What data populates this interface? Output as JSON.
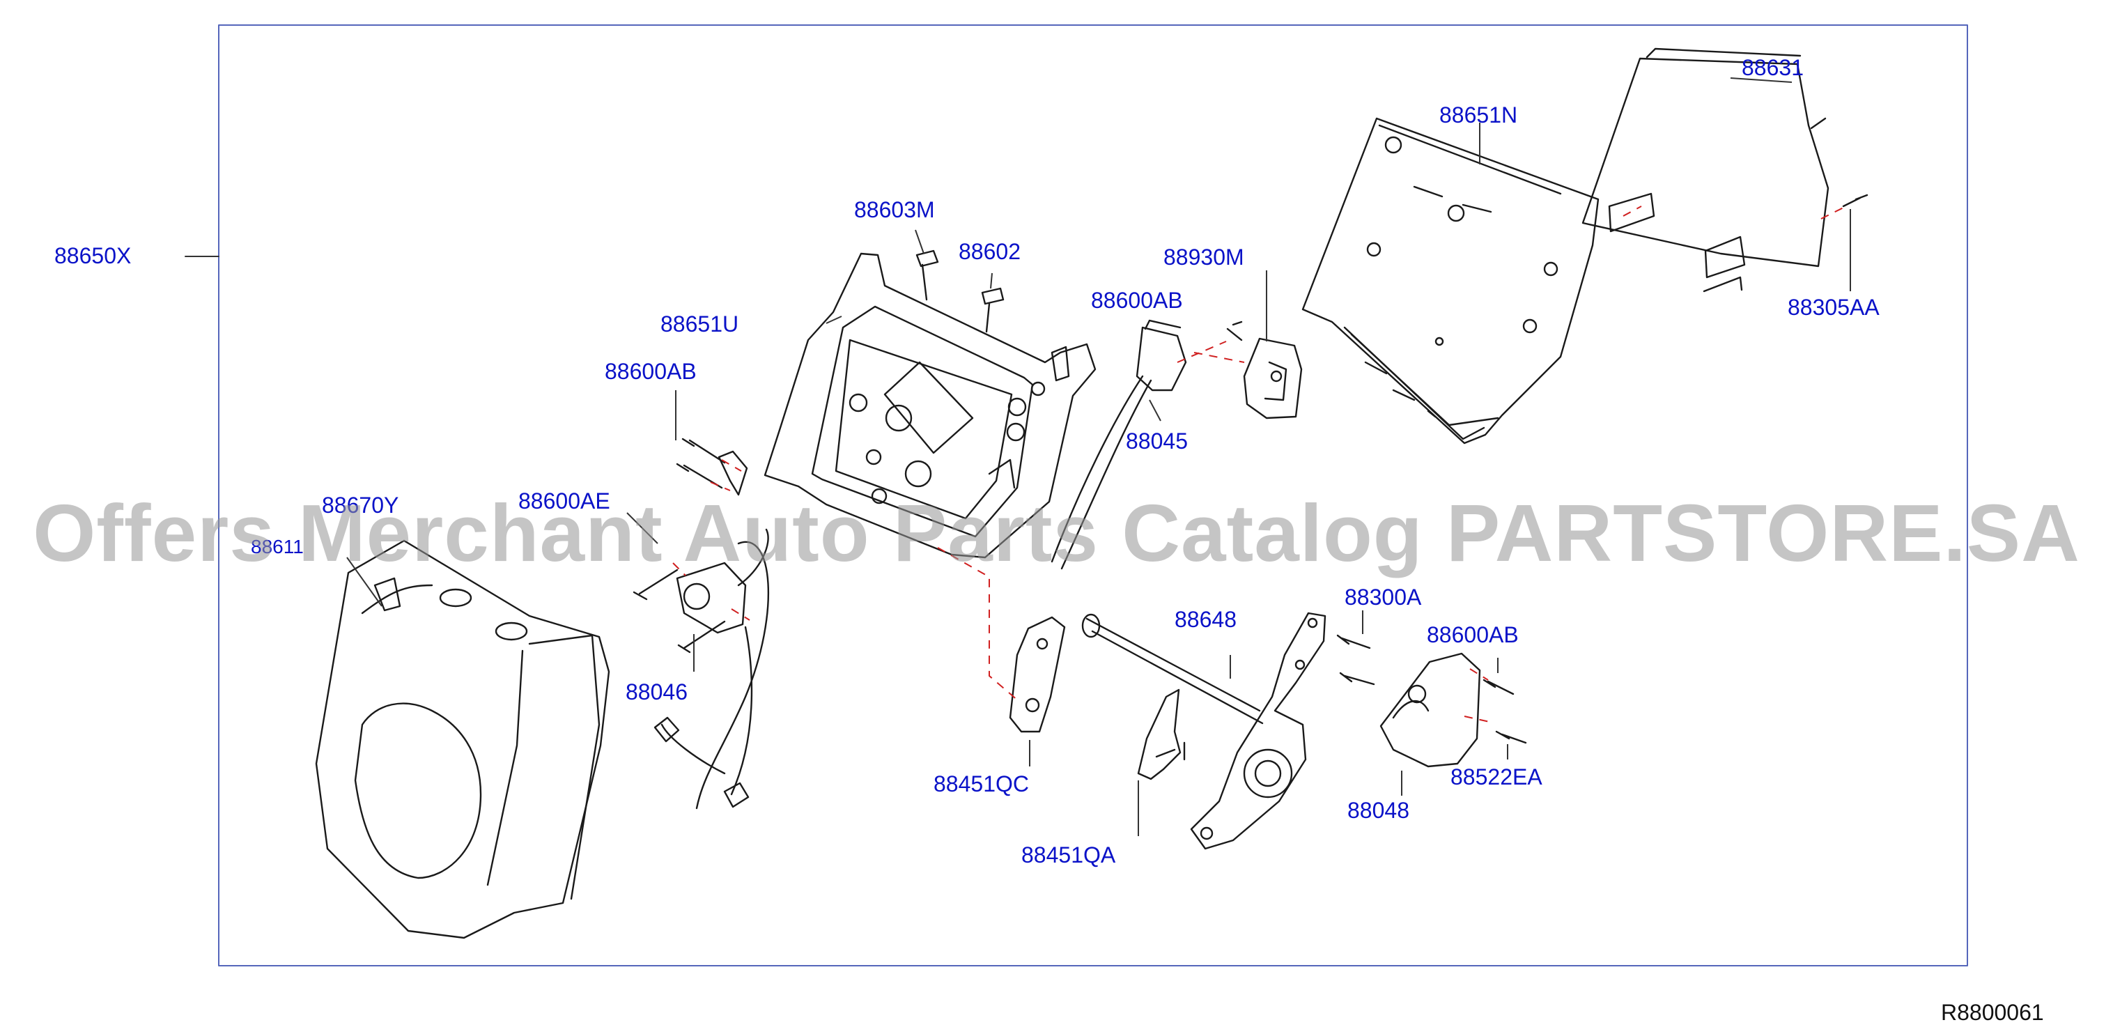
{
  "diagram": {
    "watermark": "Offers Merchant Auto Parts Catalog PARTSTORE.SA",
    "reference_code": "R8800061",
    "assembly_label": "88650X",
    "parts": [
      {
        "id": "p-88631",
        "label": "88631"
      },
      {
        "id": "p-88651N",
        "label": "88651N"
      },
      {
        "id": "p-88305AA",
        "label": "88305AA"
      },
      {
        "id": "p-88603M",
        "label": "88603M"
      },
      {
        "id": "p-88602",
        "label": "88602"
      },
      {
        "id": "p-88930M",
        "label": "88930M"
      },
      {
        "id": "p-88600AB-top",
        "label": "88600AB"
      },
      {
        "id": "p-88651U",
        "label": "88651U"
      },
      {
        "id": "p-88600AB-left",
        "label": "88600AB"
      },
      {
        "id": "p-88045",
        "label": "88045"
      },
      {
        "id": "p-88670Y",
        "label": "88670Y"
      },
      {
        "id": "p-88611",
        "label": "88611"
      },
      {
        "id": "p-88600AE",
        "label": "88600AE"
      },
      {
        "id": "p-88046",
        "label": "88046"
      },
      {
        "id": "p-88648",
        "label": "88648"
      },
      {
        "id": "p-88300A",
        "label": "88300A"
      },
      {
        "id": "p-88600AB-right",
        "label": "88600AB"
      },
      {
        "id": "p-88522EA",
        "label": "88522EA"
      },
      {
        "id": "p-88048",
        "label": "88048"
      },
      {
        "id": "p-88451QC",
        "label": "88451QC"
      },
      {
        "id": "p-88451QA",
        "label": "88451QA"
      }
    ]
  }
}
